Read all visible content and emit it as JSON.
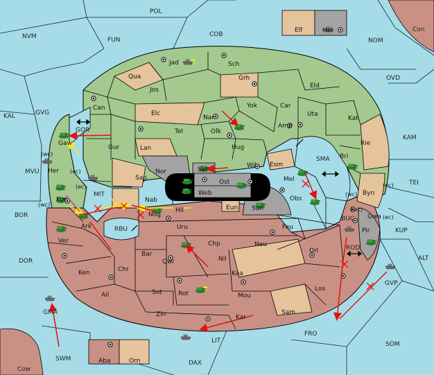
{
  "title": "",
  "colors": {
    "sea": "#a6dce8",
    "green": "#a3c98f",
    "tan": "#e5c49c",
    "red": "#c99185",
    "gray": "#a3a3a3",
    "black": "#000000",
    "arrow_red": "#e2120e",
    "arrow_yellow": "#f5f000",
    "arrow_magenta": "#e020c8",
    "unit_army": "#3aa63a",
    "unit_fleet": "#6d6d6d"
  },
  "sea_provinces": {
    "pol": "POL",
    "nvm": "NVM",
    "fun": "FUN",
    "cob": "COB",
    "nom": "NOM",
    "con": "Con",
    "ovd": "OVD",
    "kal": "KAL",
    "gvg": "GVG",
    "gor": "GOR",
    "mvu": "MVU",
    "kam": "KAM",
    "sma": "SMA",
    "tei": "TEI",
    "bor": "BOR",
    "mit": "MIT",
    "rbu": "RBU",
    "buc": "BUC",
    "kup": "KUP",
    "rod": "ROD",
    "dor": "DOR",
    "alt": "ALT",
    "gvp": "GVP",
    "gma": "GMA",
    "fro": "FRO",
    "som": "SOM",
    "swm": "SWM",
    "lit": "LIT",
    "dax": "DAX",
    "cow": "Cow"
  },
  "land_provinces": {
    "elf": "Elf",
    "hel": "Hel",
    "jad": "Jad",
    "sch": "Sch",
    "qua": "Qua",
    "jos": "Jos",
    "grh": "Grh",
    "eld": "Eld",
    "can": "Can",
    "yok": "Yok",
    "car": "Car",
    "elc": "Elc",
    "nar": "Nar",
    "uta": "Uta",
    "kat": "Kat",
    "tel": "Tel",
    "olk": "Olk",
    "amp": "Amp",
    "gur": "Gur",
    "lan": "Lan",
    "hug": "Hug",
    "rie": "Rie",
    "gaw": "Gaw",
    "bri": "Bri",
    "wil": "Wil",
    "esm": "Esm",
    "nor": "Nor",
    "skr": "Skr",
    "her": "Her",
    "sap": "Sap",
    "ost": "Ost",
    "web": "Web",
    "mel": "Mel",
    "byn": "Byn",
    "kor": "Kor",
    "nab": "Nab",
    "obs": "Obs",
    "eun": "Eun",
    "sun": "Sun",
    "hil": "Hil",
    "nog": "Nog",
    "ark": "Ark",
    "gwa": "Gwa",
    "pir": "Pir",
    "uru": "Uru",
    "feu": "Feu",
    "ver": "Ver",
    "chp": "Chp",
    "neu": "Neu",
    "orl": "Orl",
    "bar": "Bar",
    "qwi": "Qwi",
    "nil": "Nil",
    "ken": "Ken",
    "chr": "Chr",
    "kaa": "Kaa",
    "ail": "Ail",
    "sot": "Sot",
    "rot": "Rot",
    "mou": "Mou",
    "los": "Los",
    "zin": "Zin",
    "kar": "Kar",
    "sam": "Sam",
    "aba": "Aba",
    "orn": "Orn"
  },
  "coast_notes": {
    "gaw_wc": "(wc)",
    "gaw_ec": "(ec)",
    "kor_ec": "(ec)",
    "kor_wc": "(wc)",
    "byn_wc": "(wc)",
    "byn_ec": "(ec)",
    "gwa_wc": "(wc)",
    "gwa_ec": "(ec)"
  }
}
